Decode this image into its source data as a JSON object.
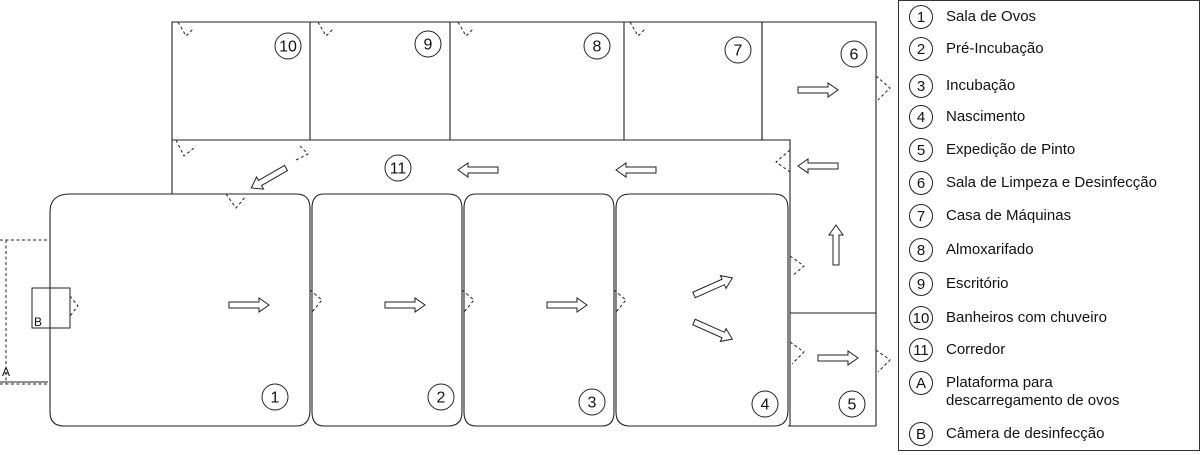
{
  "rooms": [
    {
      "num": "1"
    },
    {
      "num": "2"
    },
    {
      "num": "3"
    },
    {
      "num": "4"
    },
    {
      "num": "5"
    },
    {
      "num": "6"
    },
    {
      "num": "7"
    },
    {
      "num": "8"
    },
    {
      "num": "9"
    },
    {
      "num": "10"
    },
    {
      "num": "11"
    }
  ],
  "side_labels": {
    "platform": "A",
    "camera": "B"
  },
  "legend": [
    {
      "key": "1",
      "label": "Sala de Ovos"
    },
    {
      "key": "2",
      "label": "Pré-Incubação"
    },
    {
      "key": "3",
      "label": "Incubação"
    },
    {
      "key": "4",
      "label": "Nascimento"
    },
    {
      "key": "5",
      "label": "Expedição de Pinto"
    },
    {
      "key": "6",
      "label": "Sala de Limpeza e Desinfecção"
    },
    {
      "key": "7",
      "label": "Casa de Máquinas"
    },
    {
      "key": "8",
      "label": "Almoxarifado"
    },
    {
      "key": "9",
      "label": "Escritório"
    },
    {
      "key": "10",
      "label": "Banheiros com chuveiro"
    },
    {
      "key": "11",
      "label": "Corredor"
    },
    {
      "key": "A",
      "label": "Plataforma para descarregamento de ovos"
    },
    {
      "key": "B",
      "label": "Câmera de desinfecção"
    }
  ]
}
